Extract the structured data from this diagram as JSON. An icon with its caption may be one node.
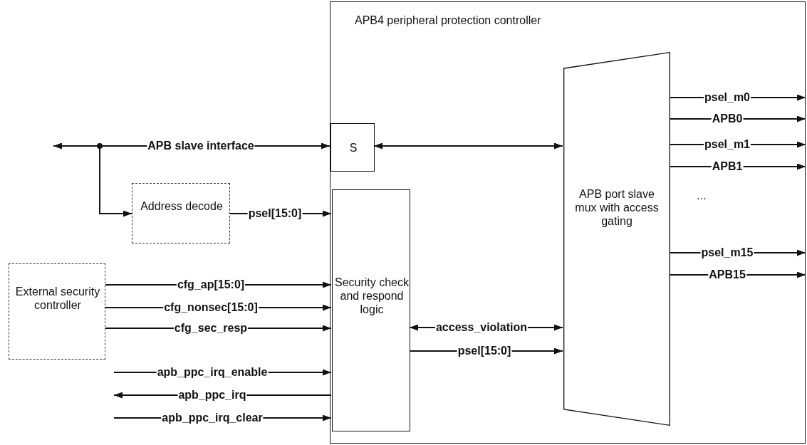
{
  "diagram": {
    "nodes": [
      {
        "text": [
          "APB4 peripheral protection controller"
        ]
      },
      {
        "text": [
          "S"
        ],
        "in": 0
      },
      {
        "text": [
          "Security check and respond logic"
        ],
        "in": 0
      },
      {
        "text": [
          "APB port slave mux with access gating"
        ],
        "in": 0
      },
      {
        "text": [
          "Address decode"
        ]
      },
      {
        "text": [
          "External security controller"
        ]
      },
      {
        "text": [],
        "shape": "circle"
      }
    ],
    "edges": [
      {
        "from": 6,
        "to": null,
        "arrow": "to"
      },
      {
        "from": 6,
        "to": 1,
        "arrow": "to",
        "label": "APB slave interface"
      },
      {
        "from": 6,
        "to": 4,
        "arrow": "to"
      },
      {
        "from": 4,
        "to": 2,
        "arrow": "to",
        "label": "psel[15:0]"
      },
      {
        "from": 5,
        "to": 2,
        "arrow": "to",
        "label": "cfg_ap[15:0]"
      },
      {
        "from": 5,
        "to": 2,
        "arrow": "to",
        "label": "cfg_nonsec[15:0]"
      },
      {
        "from": 5,
        "to": 2,
        "arrow": "to",
        "label": "cfg_sec_resp"
      },
      {
        "from": null,
        "to": 2,
        "arrow": "to",
        "label": "apb_ppc_irq_enable"
      },
      {
        "from": 2,
        "to": null,
        "arrow": "to",
        "label": "apb_ppc_irq"
      },
      {
        "from": null,
        "to": 2,
        "arrow": "to",
        "label": "apb_ppc_irq_clear"
      },
      {
        "from": 1,
        "to": 3,
        "arrow": "both"
      },
      {
        "from": 2,
        "to": 3,
        "arrow": "both",
        "label": "access_violation"
      },
      {
        "from": 2,
        "to": 3,
        "arrow": "to",
        "label": "psel[15:0]"
      },
      {
        "from": 3,
        "to": null,
        "arrow": "to",
        "label": "psel_m0"
      },
      {
        "from": 3,
        "to": null,
        "arrow": "to",
        "label": "APB0"
      },
      {
        "from": 3,
        "to": null,
        "arrow": "to",
        "label": "psel_m1"
      },
      {
        "from": 3,
        "to": null,
        "arrow": "to",
        "label": "APB1"
      },
      {
        "from": 3,
        "to": null,
        "arrow": "to",
        "label": "psel_m15"
      },
      {
        "from": 3,
        "to": null,
        "arrow": "to",
        "label": "APB15"
      }
    ],
    "labels": [
      "..."
    ]
  }
}
